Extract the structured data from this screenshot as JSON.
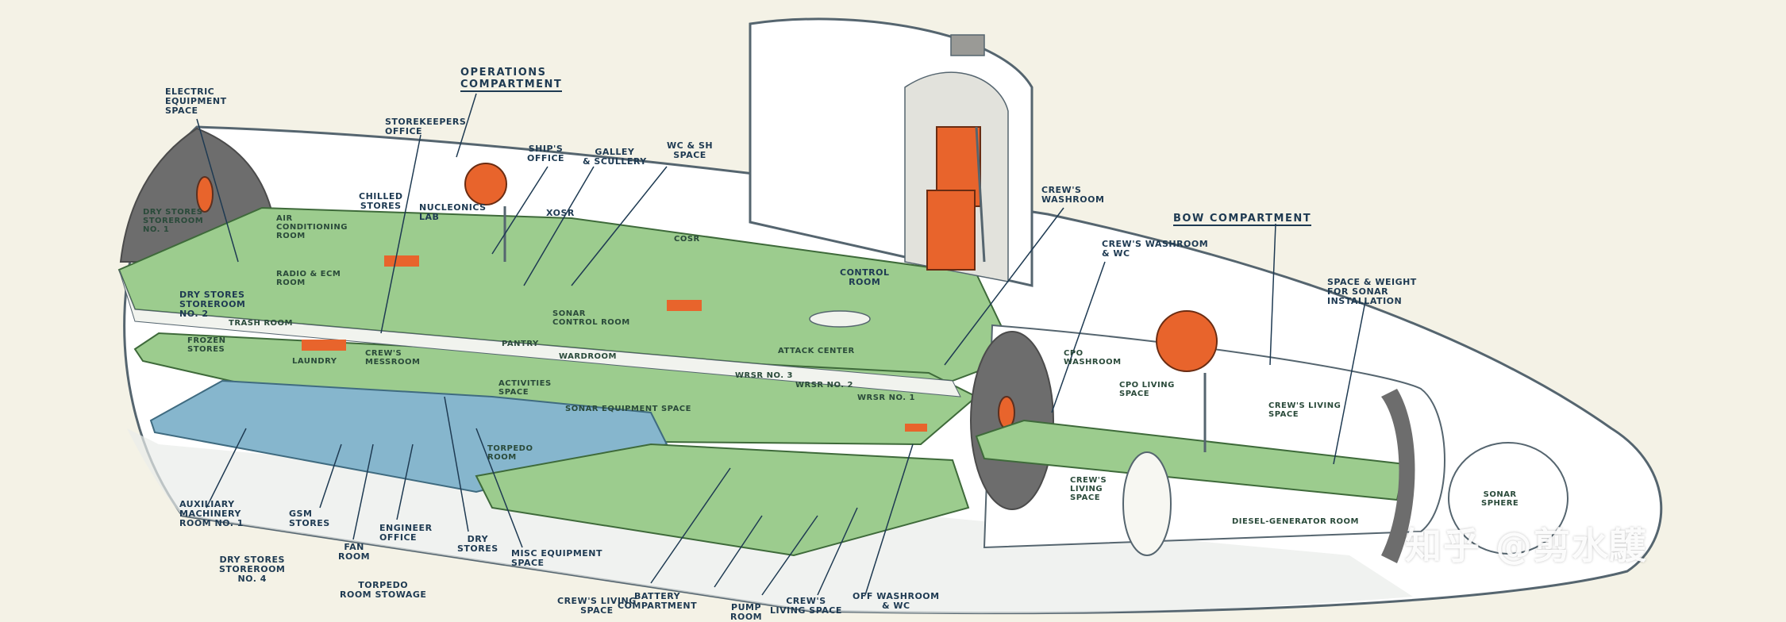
{
  "callouts": {
    "operations_compartment": "OPERATIONS\nCOMPARTMENT",
    "bow_compartment": "BOW COMPARTMENT",
    "electric_equipment_space": "ELECTRIC\nEQUIPMENT\nSPACE",
    "storekeepers_office": "STOREKEEPERS\nOFFICE",
    "ships_office": "SHIP'S\nOFFICE",
    "galley_scullery": "GALLEY\n& SCULLERY",
    "wc_sh_space": "WC & SH\nSPACE",
    "chilled_stores": "CHILLED\nSTORES",
    "nucleonics_lab": "NUCLEONICS\nLAB",
    "xosr": "XOSR",
    "cosr": "COSR",
    "crews_washroom": "CREW'S\nWASHROOM",
    "crews_washroom_wc": "CREW'S WASHROOM\n& WC",
    "control_room": "CONTROL\nROOM",
    "space_weight_sonar": "SPACE & WEIGHT\nFOR SONAR\nINSTALLATION",
    "dry_stores_1": "DRY STORES\nSTOREROOM\nNO. 1",
    "air_conditioning_room": "AIR\nCONDITIONING\nROOM",
    "radio_ecm_room": "RADIO & ECM\nROOM",
    "dry_stores_2": "DRY STORES\nSTOREROOM\nNO. 2",
    "trash_room": "TRASH ROOM",
    "frozen_stores": "FROZEN\nSTORES",
    "laundry": "LAUNDRY",
    "crews_messroom": "CREW'S\nMESSROOM",
    "sonar_control_room": "SONAR\nCONTROL ROOM",
    "pantry": "PANTRY",
    "wardroom": "WARDROOM",
    "attack_center": "ATTACK CENTER",
    "activities_space": "ACTIVITIES\nSPACE",
    "wrsr_no3": "WRSR NO. 3",
    "wrsr_no2": "WRSR NO. 2",
    "wrsr_no1": "WRSR NO. 1",
    "sonar_equipment_space": "SONAR EQUIPMENT SPACE",
    "cpo_washroom": "CPO\nWASHROOM",
    "cpo_living_space": "CPO LIVING\nSPACE",
    "crews_living_space_bow": "CREW'S LIVING\nSPACE",
    "crews_living_space_lower": "CREW'S\nLIVING\nSPACE",
    "diesel_generator_room": "DIESEL-GENERATOR ROOM",
    "sonar_sphere": "SONAR\nSPHERE",
    "torpedo_room": "TORPEDO\nROOM",
    "auxiliary_machinery_room": "AUXILIARY\nMACHINERY\nROOM NO. 1",
    "gsm_stores": "GSM\nSTORES",
    "fan_room": "FAN\nROOM",
    "engineer_office": "ENGINEER\nOFFICE",
    "dry_stores_bottom": "DRY\nSTORES",
    "misc_equipment_space": "MISC EQUIPMENT\nSPACE",
    "dry_stores_4": "DRY STORES\nSTOREROOM\nNO. 4",
    "torpedo_room_stowage": "TORPEDO\nROOM STOWAGE",
    "crews_living_space_bottom": "CREW'S LIVING\nSPACE",
    "battery_compartment": "BATTERY\nCOMPARTMENT",
    "pump_room": "PUMP\nROOM",
    "crews_living_space_2": "CREW'S\nLIVING SPACE",
    "off_washroom_wc": "OFF WASHROOM\n& WC"
  },
  "watermark": "知乎 @剪水鸌",
  "colors": {
    "background": "#f4f2e6",
    "hull": "#ffffff",
    "hull_outline": "#55656f",
    "deck": "#9ccc8e",
    "lower_deck": "#86b6cd",
    "sail": "#ffffff",
    "mast": "#e8642c",
    "bulkhead": "#6d6d6d",
    "label": "#1e3a52"
  }
}
